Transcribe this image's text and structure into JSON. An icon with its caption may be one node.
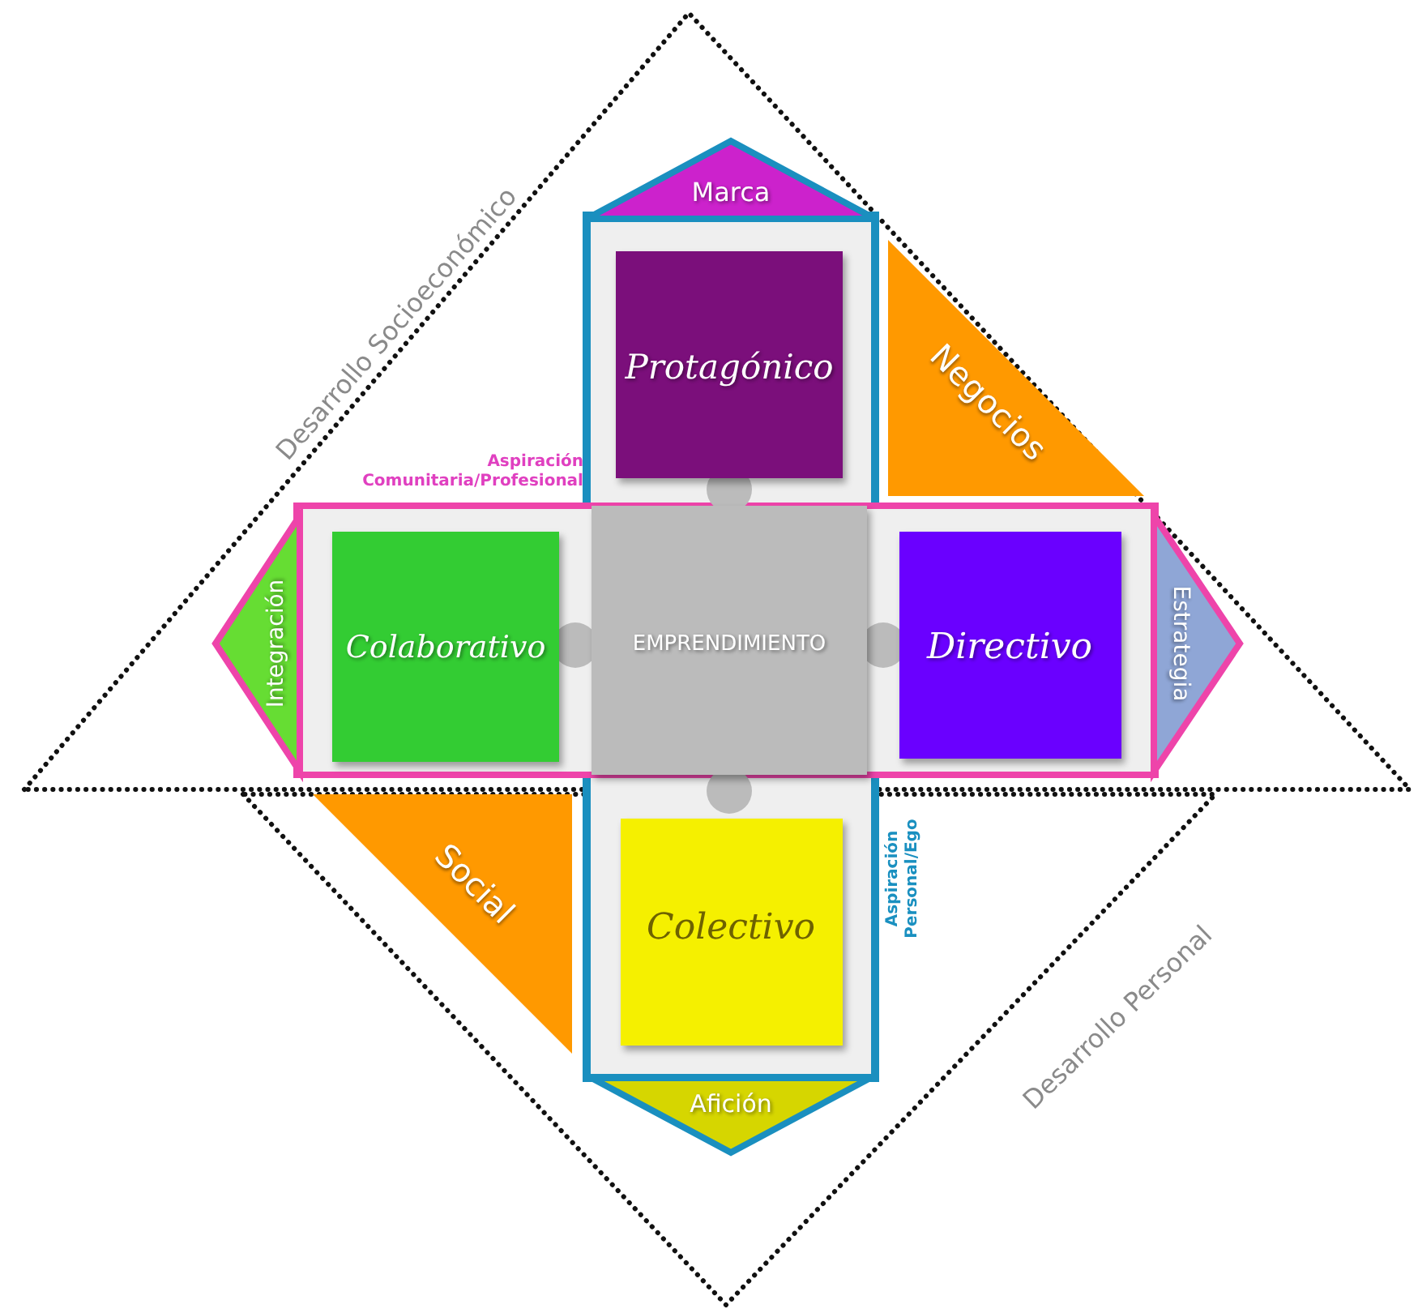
{
  "diagram": {
    "nodes": [
      {
        "text": [
          "Marca"
        ]
      },
      {
        "text": [
          "Protagónico"
        ]
      },
      {
        "text": [
          "Negocios"
        ]
      },
      {
        "text": [
          "Integración"
        ]
      },
      {
        "text": [
          "Colaborativo"
        ]
      },
      {
        "text": [
          "EMPRENDIMIENTO"
        ]
      },
      {
        "text": [
          "Directivo"
        ]
      },
      {
        "text": [
          "Estrategia"
        ]
      },
      {
        "text": [
          "Colectivo"
        ]
      },
      {
        "text": [
          "Social"
        ]
      },
      {
        "text": [
          "Afición"
        ]
      }
    ],
    "labels": [
      "Desarrollo Socioeconómico",
      "Aspiración Comunitaria/Profesional",
      "Aspiración Personal/Ego",
      "Desarrollo Personal"
    ]
  }
}
